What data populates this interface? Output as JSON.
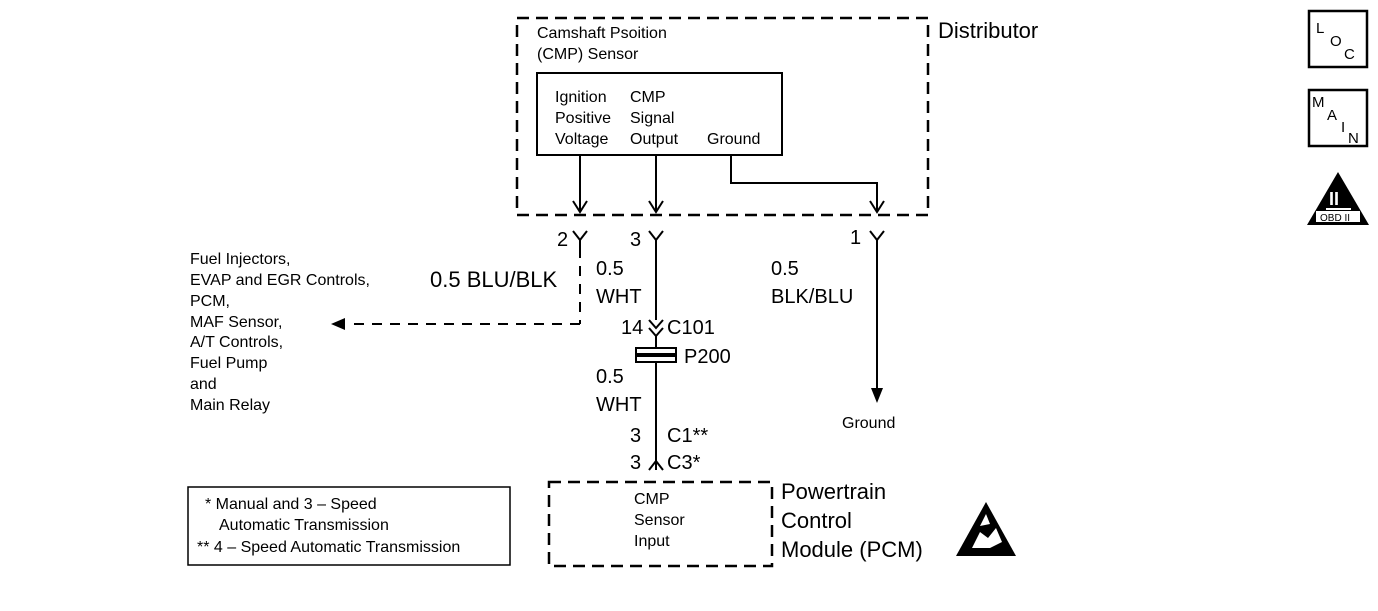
{
  "distributor": {
    "label": "Distributor"
  },
  "cmp_sensor": {
    "title_line1": "Camshaft Psoition",
    "title_line2": "(CMP) Sensor",
    "pin_a": [
      "Ignition",
      "Positive",
      "Voltage"
    ],
    "pin_b": [
      "CMP",
      "Signal",
      "Output"
    ],
    "pin_c": "Ground"
  },
  "terminals": {
    "t2": "2",
    "t3": "3",
    "t1": "1"
  },
  "wires": {
    "blu_blk": "0.5 BLU/BLK",
    "wht_upper": [
      "0.5",
      "WHT"
    ],
    "blk_blu": [
      "0.5",
      "BLK/BLU"
    ],
    "wht_lower": [
      "0.5",
      "WHT"
    ]
  },
  "connectors": {
    "c101_pin": "14",
    "c101": "C101",
    "p200": "P200",
    "c1_pin": "3",
    "c1": "C1**",
    "c3_pin": "3",
    "c3": "C3*"
  },
  "ground_label": "Ground",
  "destinations": [
    "Fuel Injectors,",
    "EVAP and EGR Controls,",
    "PCM,",
    "MAF Sensor,",
    "A/T Controls,",
    "Fuel Pump",
    "and",
    "Main Relay"
  ],
  "pcm": {
    "input_lines": [
      "CMP",
      "Sensor",
      "Input"
    ],
    "label_lines": [
      "Powertrain",
      "Control",
      "Module (PCM)"
    ]
  },
  "legend": {
    "line1": "* Manual and 3 – Speed",
    "line2": "Automatic Transmission",
    "line3": "** 4 – Speed Automatic Transmission"
  },
  "icons": {
    "loc": {
      "l": "L",
      "o": "O",
      "c": "C"
    },
    "main": {
      "m": "M",
      "a": "A",
      "i": "I",
      "n": "N"
    },
    "obd": {
      "numeral": "II",
      "caption": "OBD II"
    }
  }
}
